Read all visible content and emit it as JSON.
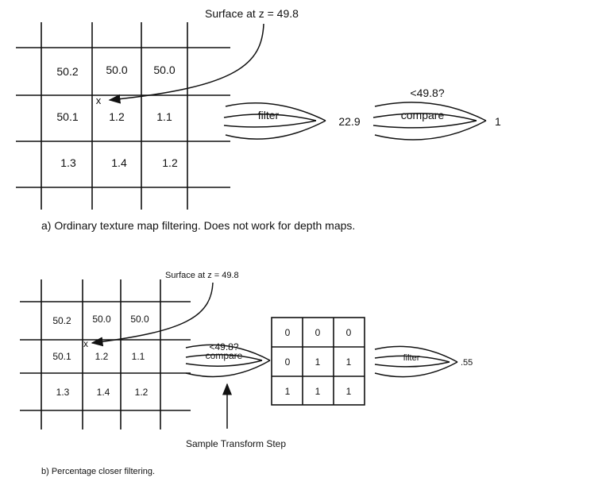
{
  "top": {
    "surface_label": "Surface at  z = 49.8",
    "grid": [
      [
        "50.2",
        "50.0",
        "50.0"
      ],
      [
        "50.1",
        "1.2",
        "1.1"
      ],
      [
        "1.3",
        "1.4",
        "1.2"
      ]
    ],
    "sample_marker": "x",
    "filter_label": "filter",
    "filter_result": "22.9",
    "compare_question": "<49.8?",
    "compare_label": "compare",
    "compare_result": "1",
    "caption": "a)  Ordinary texture map filtering. Does not work for depth maps."
  },
  "bottom": {
    "surface_label": "Surface at  z = 49.8",
    "grid": [
      [
        "50.2",
        "50.0",
        "50.0"
      ],
      [
        "50.1",
        "1.2",
        "1.1"
      ],
      [
        "1.3",
        "1.4",
        "1.2"
      ]
    ],
    "sample_marker": "x",
    "compare_question": "<49.8?",
    "compare_label": "compare",
    "result_grid": [
      [
        "0",
        "0",
        "0"
      ],
      [
        "0",
        "1",
        "1"
      ],
      [
        "1",
        "1",
        "1"
      ]
    ],
    "filter_label": "filter",
    "filter_result": ".55",
    "step_label": "Sample Transform Step",
    "caption": "b)  Percentage closer filtering."
  }
}
